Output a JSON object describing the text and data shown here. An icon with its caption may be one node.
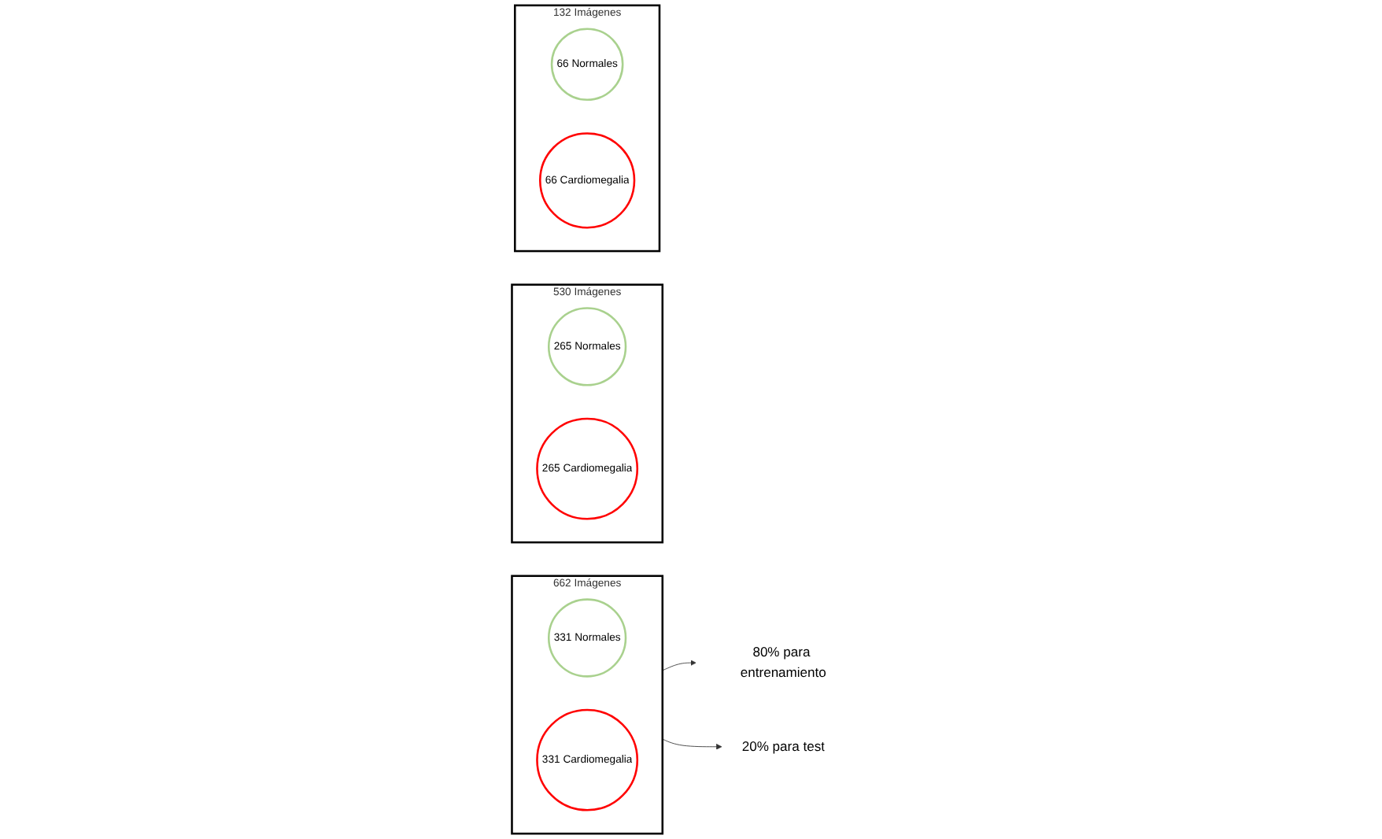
{
  "diagram": {
    "nodes": [
      {
        "text": [
          "662 Imágenes"
        ]
      },
      {
        "text": [
          "331 Normales"
        ],
        "in": 0
      },
      {
        "text": [
          "331 Cardiomegalia"
        ],
        "in": 0
      },
      {
        "text": [
          "80% para entrenamiento"
        ]
      },
      {
        "text": [
          "530 Imágenes"
        ]
      },
      {
        "text": [
          "265 Normales"
        ],
        "in": 4
      },
      {
        "text": [
          "265 Cardiomegalia"
        ],
        "in": 4
      },
      {
        "text": [
          "20% para test"
        ]
      },
      {
        "text": [
          "132 Imágenes"
        ]
      },
      {
        "text": [
          "66 Normales"
        ],
        "in": 8
      },
      {
        "text": [
          "66 Cardiomegalia"
        ],
        "in": 8
      }
    ],
    "edges": [
      {
        "from": 0,
        "to": 3,
        "arrow": "to"
      },
      {
        "from": 0,
        "to": 7,
        "arrow": "to"
      }
    ]
  }
}
